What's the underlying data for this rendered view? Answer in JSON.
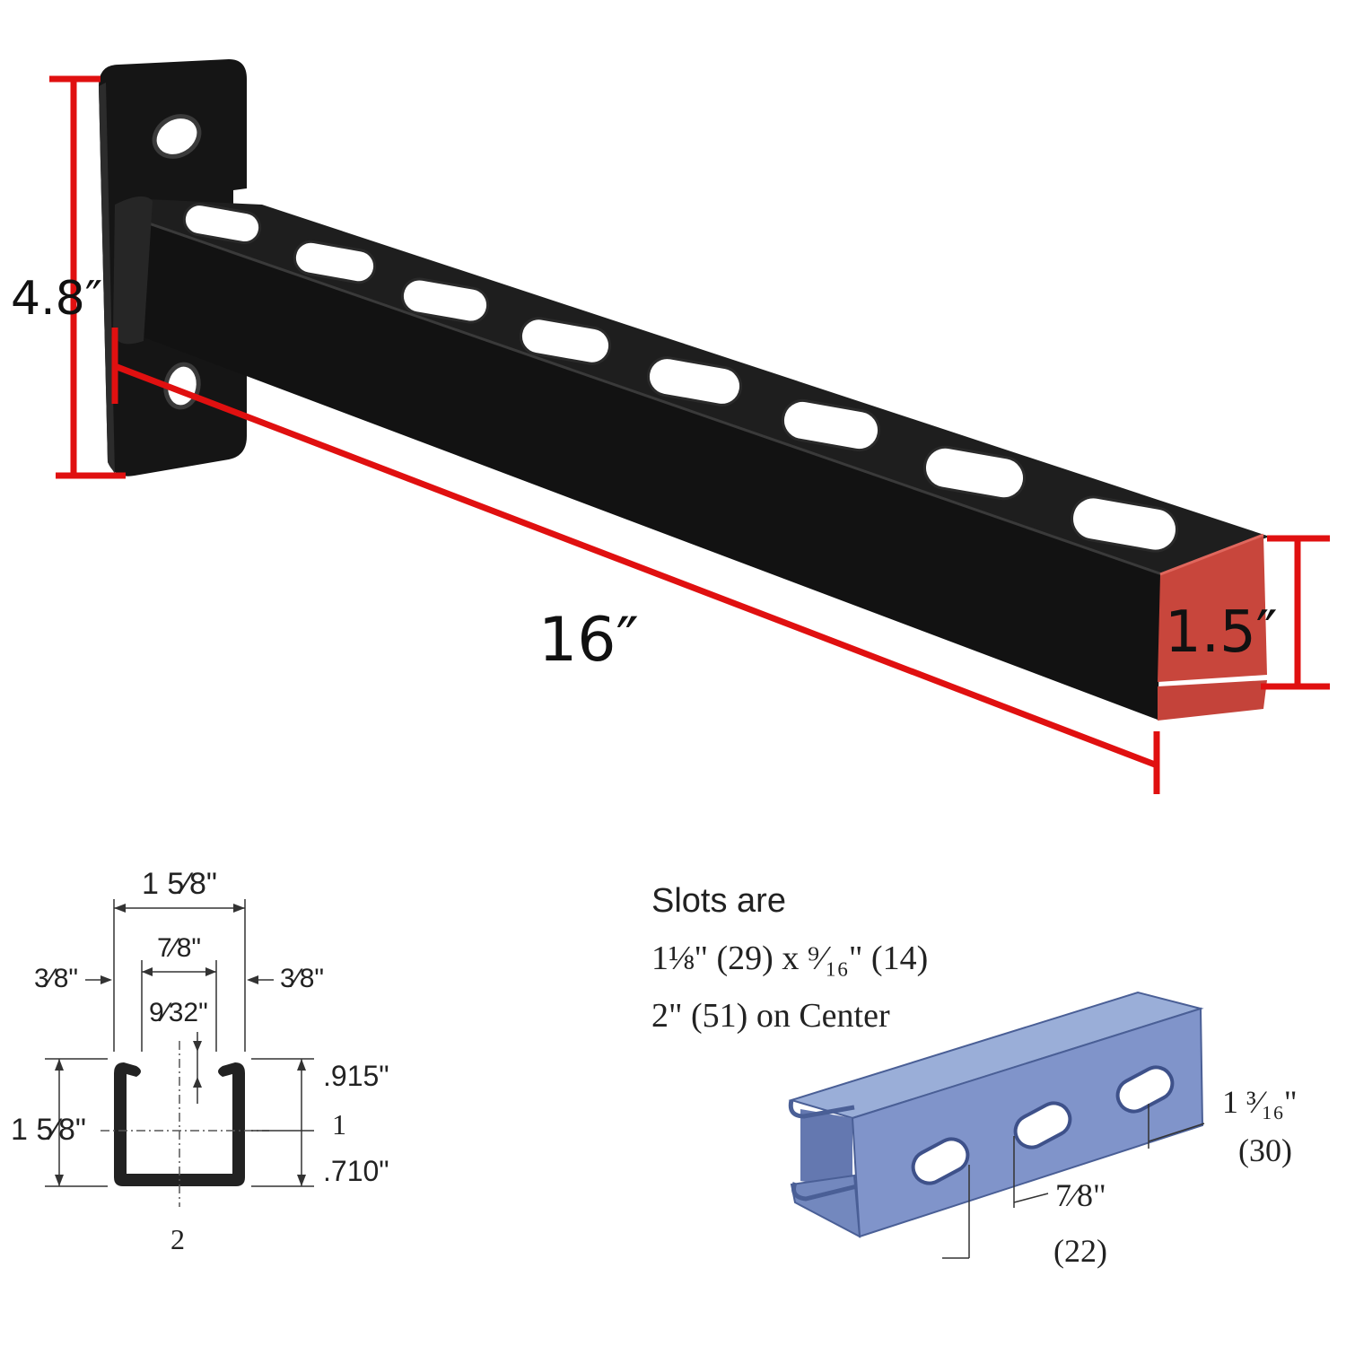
{
  "colors": {
    "background": "#ffffff",
    "bracket": "#141414",
    "bracket_highlight": "#2a2a2a",
    "dimension_line": "#e01010",
    "end_cap": "#c8463c",
    "channel_blue": "#7d92c8"
  },
  "bracket_photo": {
    "height_label": "4.8″",
    "length_label": "16″",
    "profile_label": "1.5″"
  },
  "section_diagram": {
    "overall_width": "1 5⁄8\"",
    "inner_opening": "7⁄8\"",
    "lip_left": "3⁄8\"",
    "lip_right": "3⁄8\"",
    "lip_gap": "9⁄32\"",
    "height": "1 5⁄8\"",
    "upper_height": ".915\"",
    "mid_label": "1",
    "lower_height": ".710\"",
    "bottom_label": "2"
  },
  "slots_note": {
    "line1": "Slots are",
    "line2": "1⅛\" (29) x ⁹⁄₁₆\" (14)",
    "line3": "2\" (51) on Center"
  },
  "channel_diagram": {
    "slot_width": "1 ³⁄₁₆\"",
    "slot_width_mm": "(30)",
    "slot_edge": "7⁄8\"",
    "slot_edge_mm": "(22)"
  }
}
